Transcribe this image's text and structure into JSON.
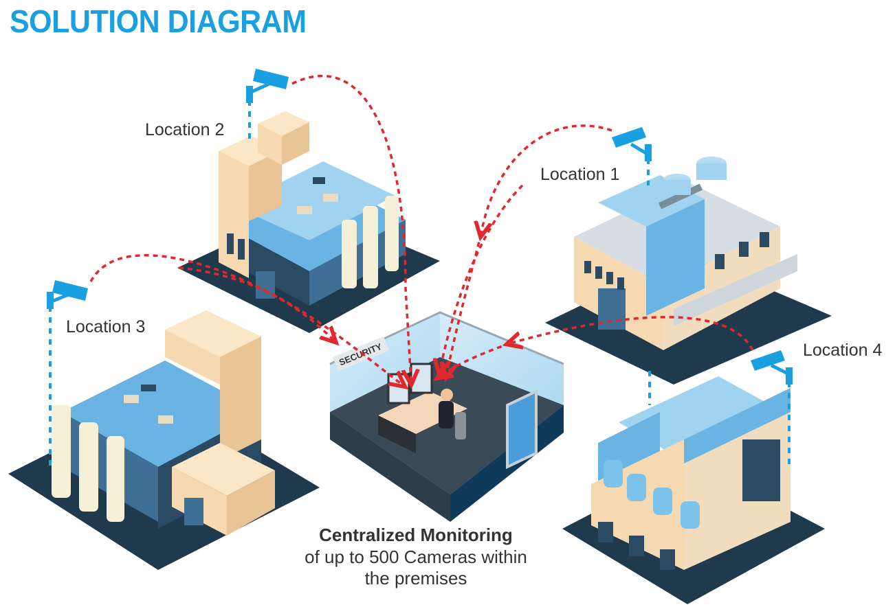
{
  "title": "SOLUTION DIAGRAM",
  "locations": [
    {
      "label": "Location 1"
    },
    {
      "label": "Location 2"
    },
    {
      "label": "Location 3"
    },
    {
      "label": "Location 4"
    }
  ],
  "security_sign": "SECURITY",
  "caption": {
    "bold": "Centralized Monitoring",
    "line1": "of up to 500 Cameras within",
    "line2": "the premises"
  },
  "colors": {
    "title": "#1a9fe0",
    "camera": "#1a9fe0",
    "link": "#e0282e",
    "ground": "#1f3a4d",
    "building_beige": "#f6d9b0",
    "building_blue": "#7cc3ec",
    "roof_dark": "#2b4a63"
  },
  "icons": [
    "cctv-camera-icon",
    "factory-building",
    "security-room"
  ]
}
